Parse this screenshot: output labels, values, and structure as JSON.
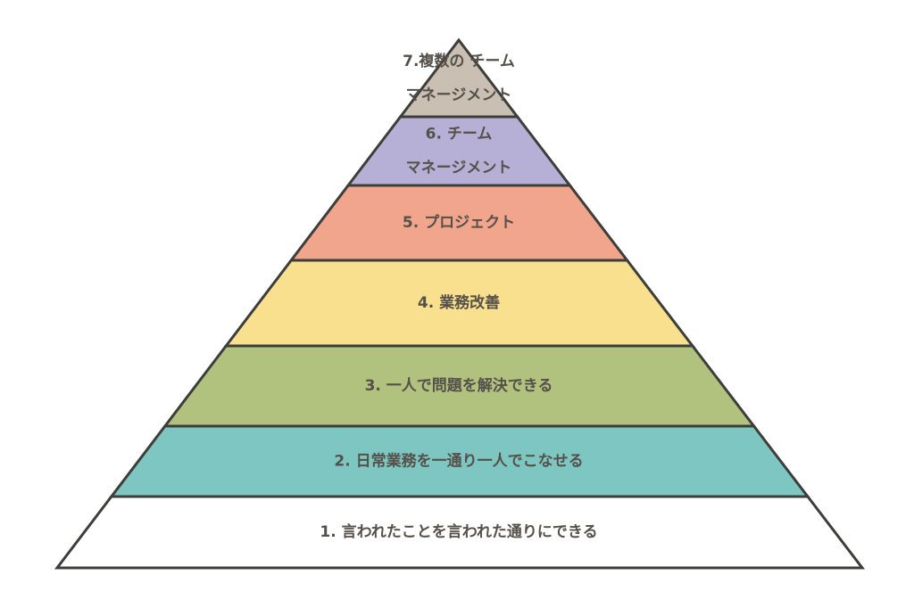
{
  "diagram": {
    "type": "pyramid",
    "tiers": [
      {
        "level": 7,
        "lines": [
          "7.複数の チーム",
          "マネージメント"
        ],
        "color": "#c9bfb3"
      },
      {
        "level": 6,
        "lines": [
          "6. チーム",
          "マネージメント"
        ],
        "color": "#b6b0d6"
      },
      {
        "level": 5,
        "lines": [
          "5. プロジェクト"
        ],
        "color": "#f1a58c"
      },
      {
        "level": 4,
        "lines": [
          "4. 業務改善"
        ],
        "color": "#f9e08e"
      },
      {
        "level": 3,
        "lines": [
          "3. 一人で問題を解決できる"
        ],
        "color": "#b1c27f"
      },
      {
        "level": 2,
        "lines": [
          "2. 日常業務を一通り一人でこなせる"
        ],
        "color": "#7ec6c1"
      },
      {
        "level": 1,
        "lines": [
          "1. 言われたことを言われた通りにできる"
        ],
        "color": "#ffffff"
      }
    ],
    "outline_color": "#3d3d3a"
  }
}
